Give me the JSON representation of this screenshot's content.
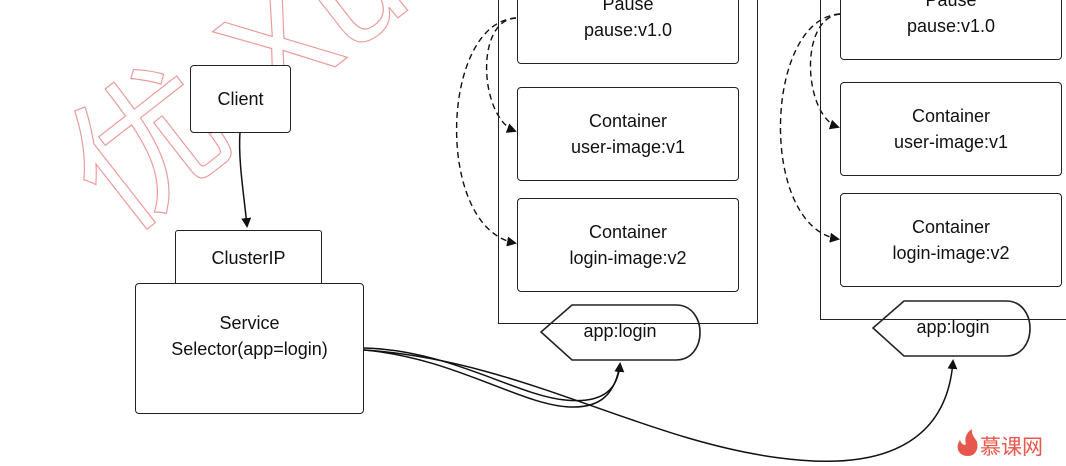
{
  "watermark": {
    "text": "优 Xue",
    "color": "#e88a8a"
  },
  "client": {
    "label": "Client"
  },
  "clusterip": {
    "label": "ClusterIP"
  },
  "service": {
    "line1": "Service",
    "line2": "Selector(app=login)"
  },
  "pods": [
    {
      "pause": {
        "line1": "Pause",
        "line2": "pause:v1.0"
      },
      "containers": [
        {
          "line1": "Container",
          "line2": "user-image:v1"
        },
        {
          "line1": "Container",
          "line2": "login-image:v2"
        }
      ],
      "tag": "app:login"
    },
    {
      "pause": {
        "line1": "Pause",
        "line2": "pause:v1.0"
      },
      "containers": [
        {
          "line1": "Container",
          "line2": "user-image:v1"
        },
        {
          "line1": "Container",
          "line2": "login-image:v2"
        }
      ],
      "tag": "app:login"
    }
  ],
  "brand": {
    "text": "慕课网",
    "color": "#e8574c",
    "icon": "flame-icon"
  }
}
